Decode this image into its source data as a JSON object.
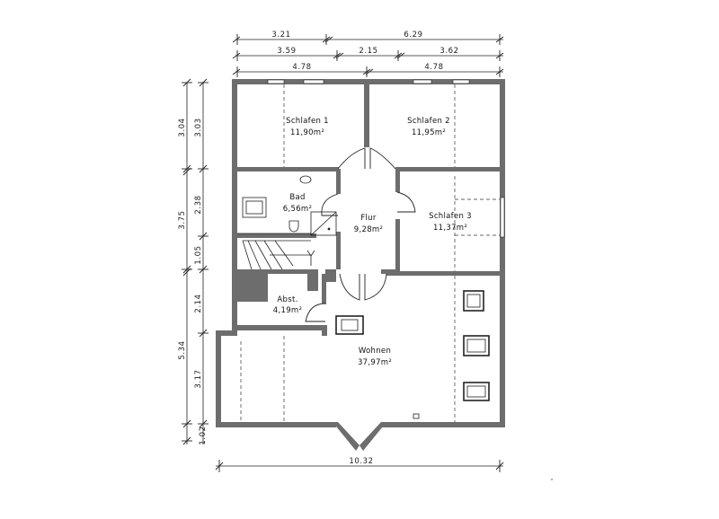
{
  "dimensions": {
    "top_row1": [
      "3.21",
      "6.29"
    ],
    "top_row2": [
      "3.59",
      "2.15",
      "3.62"
    ],
    "top_row3": [
      "4.78",
      "4.78"
    ],
    "bottom": "10.32",
    "left_outer": [
      "3.04",
      "3.75",
      "5.34",
      "1.02"
    ],
    "left_inner": [
      "3.03",
      "2.38",
      "1.05",
      "2.14",
      "3.17"
    ]
  },
  "rooms": {
    "schlafen1": {
      "name": "Schlafen 1",
      "area": "11,90m²"
    },
    "schlafen2": {
      "name": "Schlafen 2",
      "area": "11,95m²"
    },
    "bad": {
      "name": "Bad",
      "area": "6,56m²"
    },
    "flur": {
      "name": "Flur",
      "area": "9,28m²"
    },
    "schlafen3": {
      "name": "Schlafen 3",
      "area": "11,37m²"
    },
    "abst": {
      "name": "Abst.",
      "area": "4,19m²"
    },
    "wohnen": {
      "name": "Wohnen",
      "area": "37,97m²"
    }
  },
  "colors": {
    "wall": "#6d6d6d",
    "line": "#222222",
    "background": "#ffffff"
  }
}
